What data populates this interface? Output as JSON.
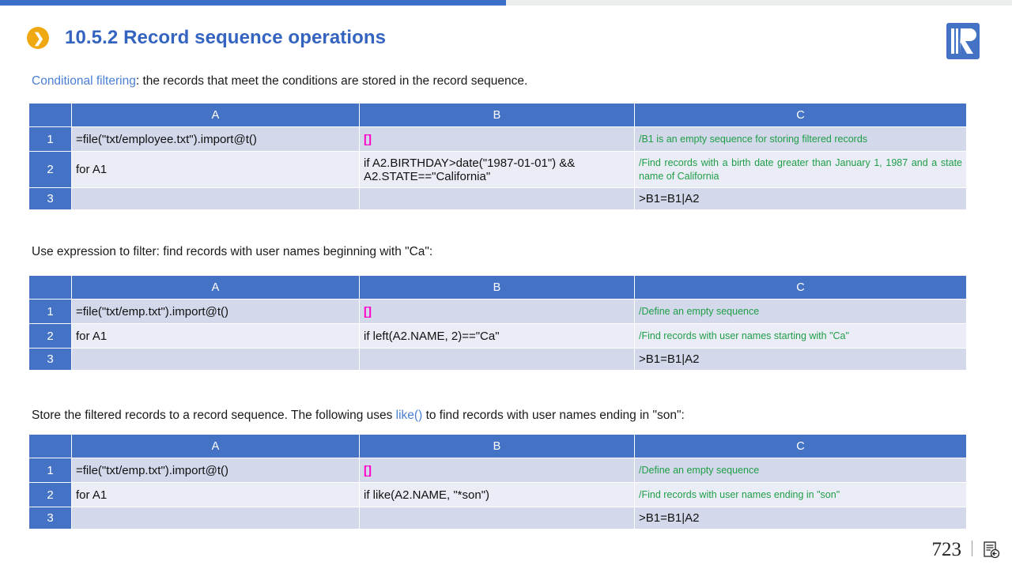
{
  "progress": {
    "percent": 50
  },
  "header": {
    "bullet_icon": "chevron-right-icon",
    "title": "10.5.2 Record sequence operations",
    "logo": "company-logo"
  },
  "paragraphs": {
    "p1_accent": "Conditional filtering",
    "p1_rest": ":  the records that meet the conditions are stored in the record sequence.",
    "p2": "Use expression to filter: find records with user names beginning with \"Ca\":",
    "p3_before": "Store the filtered records to a record sequence.  The following uses ",
    "p3_accent": "like()",
    "p3_after": " to find records with user names ending in \"son\":"
  },
  "tables": [
    {
      "id": "table-conditional-filtering",
      "columns": [
        "",
        "A",
        "B",
        "C"
      ],
      "rows": [
        {
          "num": "1",
          "a": "=file(\"txt/employee.txt\").import@t()",
          "b": "[]",
          "b_style": "empty-seq",
          "c": "/B1 is an empty sequence for storing filtered records",
          "c_style": "comment"
        },
        {
          "num": "2",
          "a": "for A1",
          "b": "if A2.BIRTHDAY>date(\"1987-01-01\") && A2.STATE==\"California\"",
          "b_style": "code",
          "c": "/Find records with a birth date greater than January 1, 1987 and a state name of California",
          "c_style": "comment"
        },
        {
          "num": "3",
          "a": "",
          "b": "",
          "b_style": "code",
          "c": ">B1=B1|A2",
          "c_style": "code"
        }
      ]
    },
    {
      "id": "table-expression-filter",
      "columns": [
        "",
        "A",
        "B",
        "C"
      ],
      "rows": [
        {
          "num": "1",
          "a": "=file(\"txt/emp.txt\").import@t()",
          "b": "[]",
          "b_style": "empty-seq",
          "c": "/Define an empty sequence",
          "c_style": "comment"
        },
        {
          "num": "2",
          "a": "for A1",
          "b": "if left(A2.NAME,  2)==\"Ca\"",
          "b_style": "code",
          "c": "/Find records with user names starting with \"Ca\"",
          "c_style": "comment"
        },
        {
          "num": "3",
          "a": "",
          "b": "",
          "b_style": "code",
          "c": ">B1=B1|A2",
          "c_style": "code"
        }
      ]
    },
    {
      "id": "table-like-filter",
      "columns": [
        "",
        "A",
        "B",
        "C"
      ],
      "rows": [
        {
          "num": "1",
          "a": "=file(\"txt/emp.txt\").import@t()",
          "b": "[]",
          "b_style": "empty-seq",
          "c": "/Define an empty sequence",
          "c_style": "comment"
        },
        {
          "num": "2",
          "a": "for A1",
          "b": "if like(A2.NAME,  \"*son\")",
          "b_style": "code",
          "c": "/Find records with user names ending in \"son\"",
          "c_style": "comment"
        },
        {
          "num": "3",
          "a": "",
          "b": "",
          "b_style": "code",
          "c": ">B1=B1|A2",
          "c_style": "code"
        }
      ]
    }
  ],
  "footer": {
    "page_number": "723",
    "icon": "document-back-icon"
  },
  "colors": {
    "header_blue": "#4472c4",
    "title_blue": "#3464c0",
    "accent_orange": "#efa80f",
    "comment_green": "#1f9e47",
    "empty_seq_magenta": "#ff00c8",
    "row_odd": "#d3d8ea",
    "row_even": "#eaedf6"
  }
}
